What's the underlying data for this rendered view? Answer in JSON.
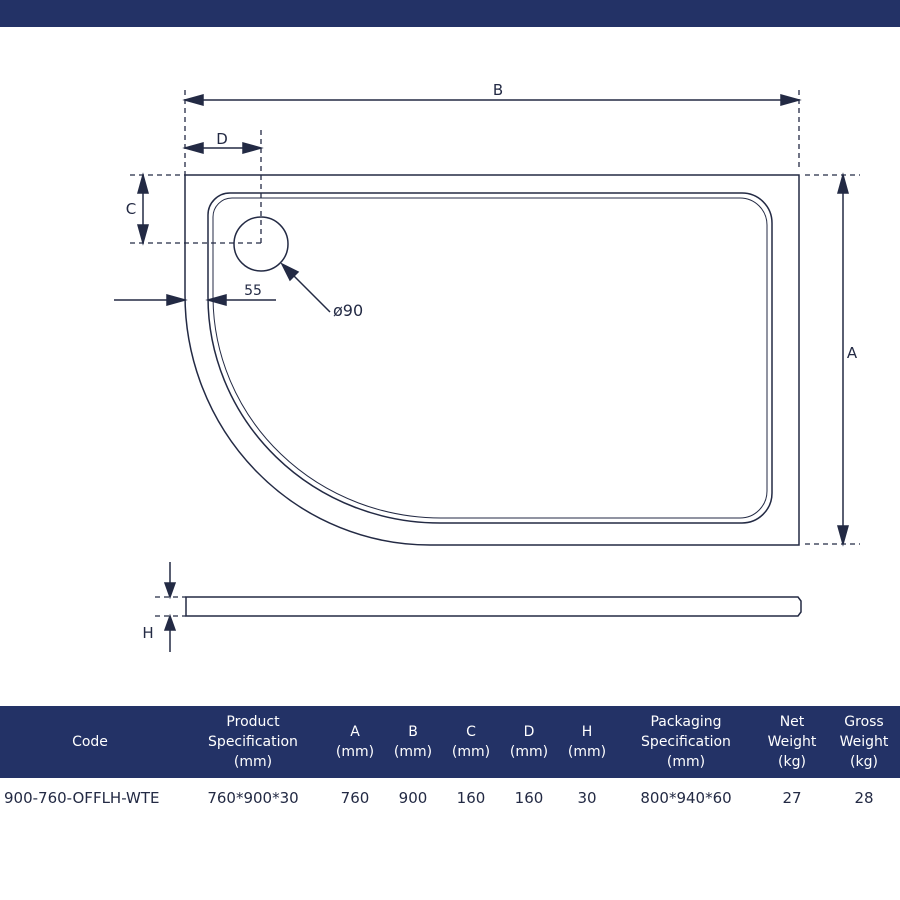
{
  "colors": {
    "band": "#233266",
    "line": "#232a44",
    "header_text": "#ffffff"
  },
  "diagram": {
    "labels": {
      "B": "B",
      "D": "D",
      "C": "C",
      "A": "A",
      "H": "H",
      "offset": "55",
      "waste": "ø90"
    }
  },
  "table": {
    "headers": [
      [
        "Code"
      ],
      [
        "Product",
        "Specification",
        "(mm)"
      ],
      [
        "A",
        "(mm)"
      ],
      [
        "B",
        "(mm)"
      ],
      [
        "C",
        "(mm)"
      ],
      [
        "D",
        "(mm)"
      ],
      [
        "H",
        "(mm)"
      ],
      [
        "Packaging",
        "Specification",
        "(mm)"
      ],
      [
        "Net",
        "Weight",
        "(kg)"
      ],
      [
        "Gross",
        "Weight",
        "(kg)"
      ]
    ],
    "rows": [
      [
        "900-760-OFFLH-WTE",
        "760*900*30",
        "760",
        "900",
        "160",
        "160",
        "30",
        "800*940*60",
        "27",
        "28"
      ]
    ]
  }
}
